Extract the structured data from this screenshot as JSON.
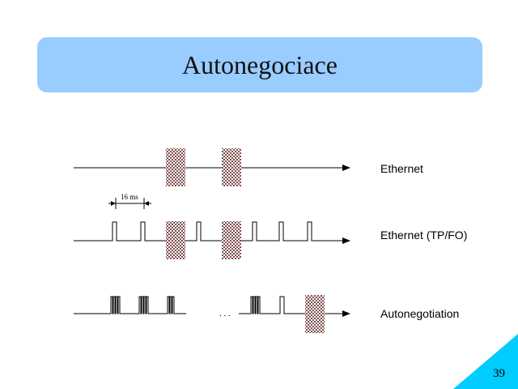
{
  "slide": {
    "title": "Autonegociace",
    "page_number": "39",
    "accent_color": "#99ccff",
    "corner_color": "#00ccff"
  },
  "diagram": {
    "rows": [
      {
        "label": "Ethernet",
        "kind": "ethernet"
      },
      {
        "label": "Ethernet (TP/FO)",
        "kind": "link-pulses"
      },
      {
        "label": "Autonegotiation",
        "kind": "flp-bursts"
      }
    ],
    "interval_label": "16 ms",
    "gap_marker": ". . .",
    "frame_fill": "crosshatch-red"
  }
}
